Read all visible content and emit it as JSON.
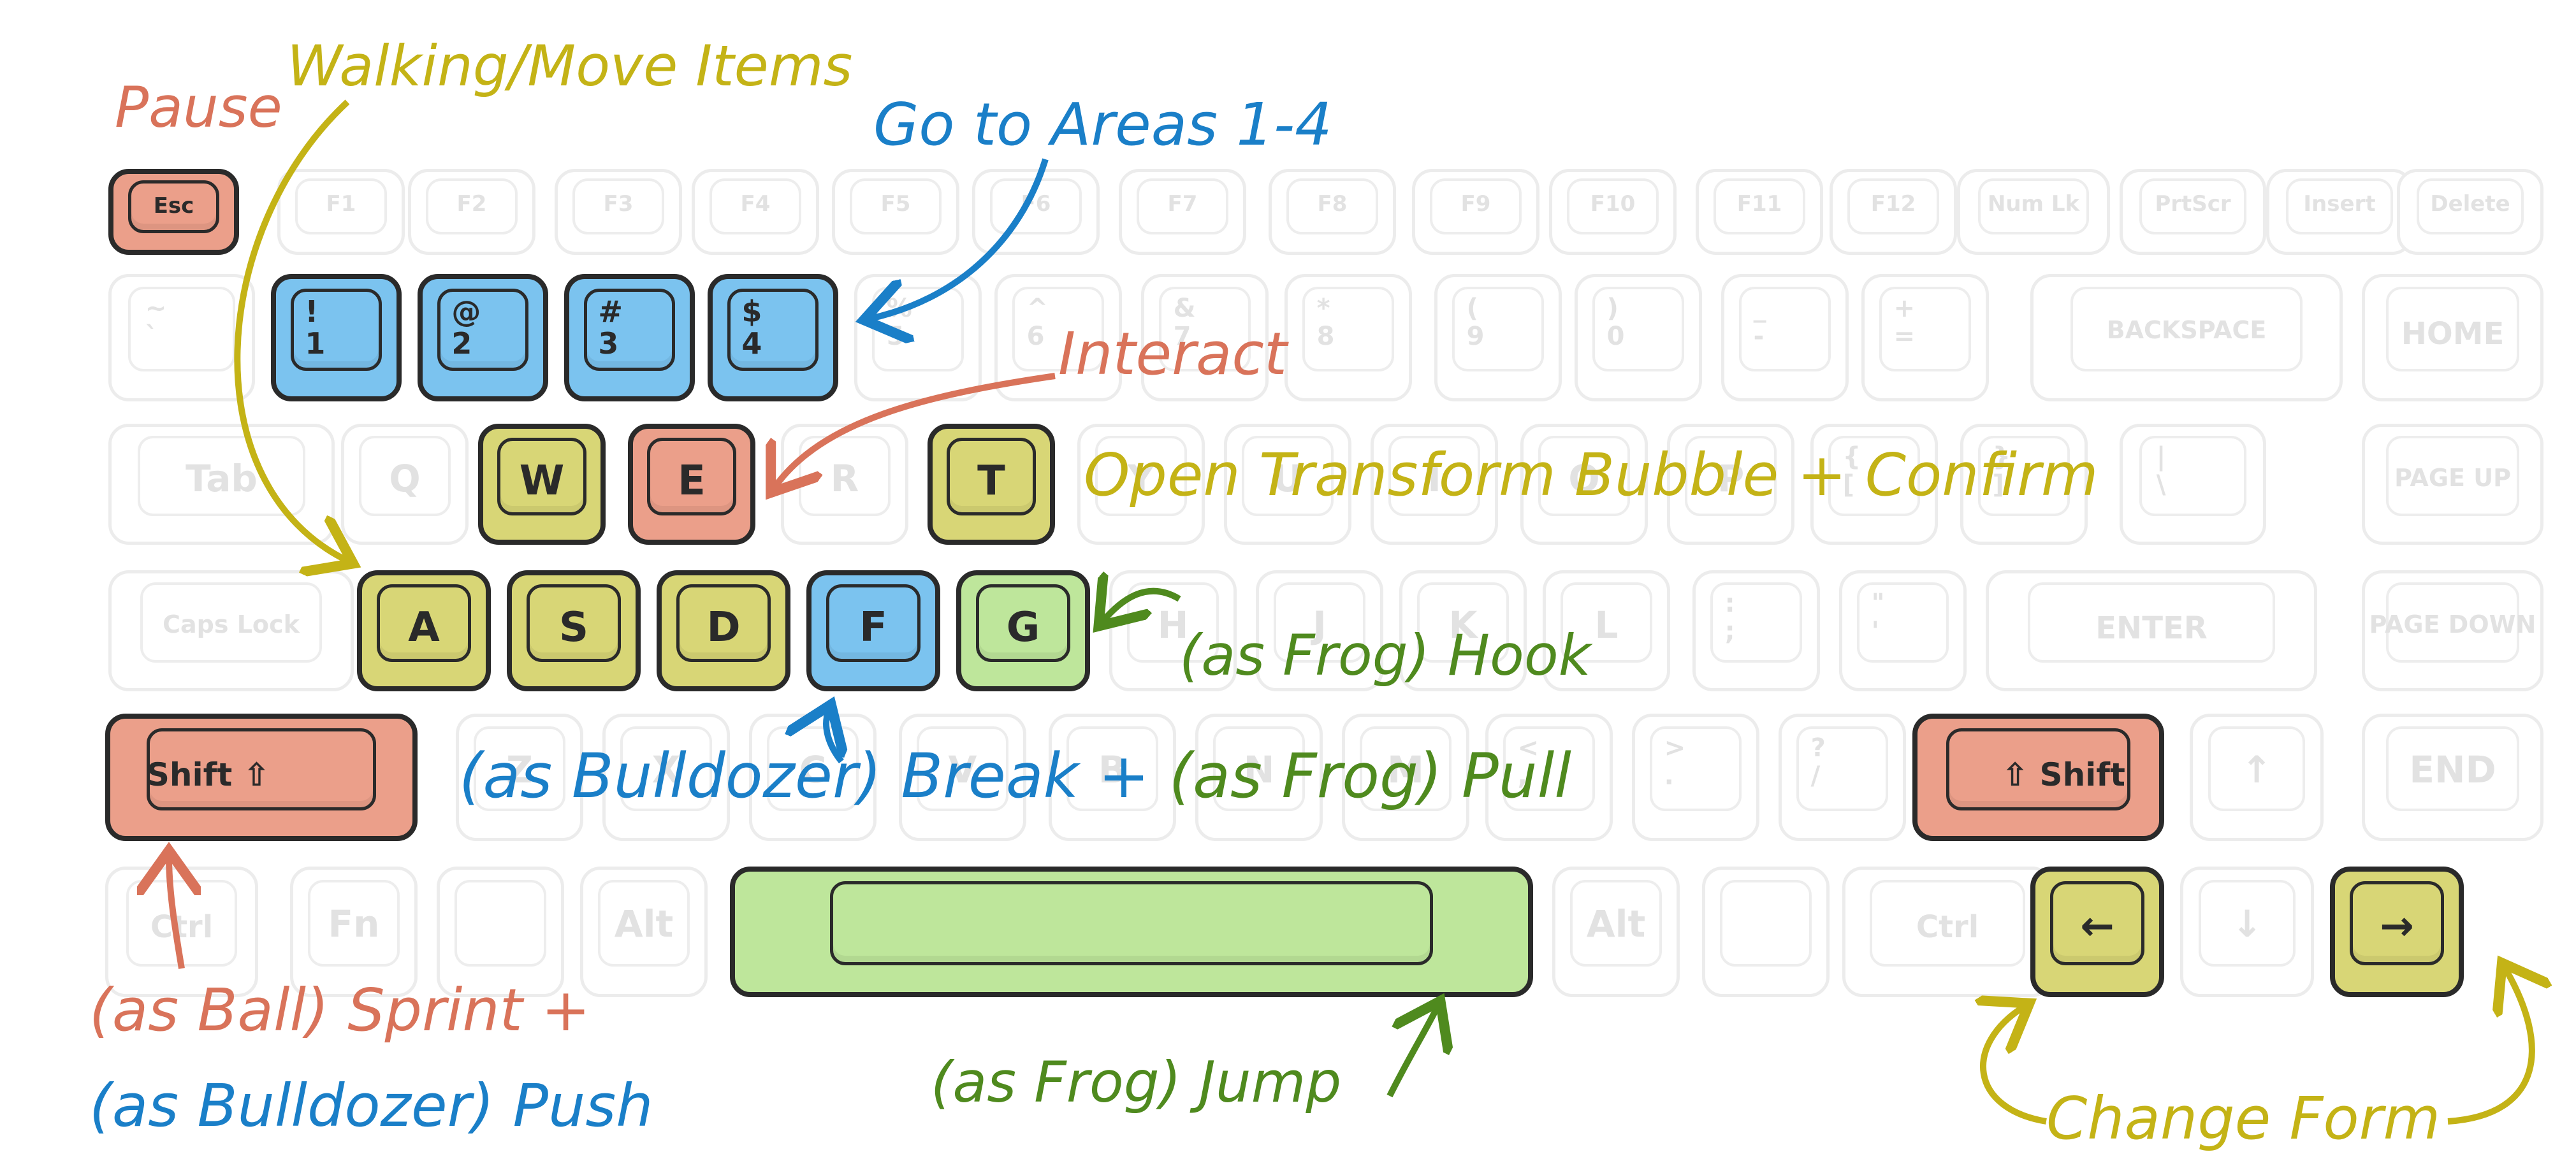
{
  "colors": {
    "orange": "#e8a08c",
    "blue": "#7ec2ec",
    "yellow": "#d8d67a",
    "green": "#bfe59e",
    "text_orange": "#d9735a",
    "text_yellow": "#c4b316",
    "text_blue": "#1a7fc8",
    "text_green": "#4f8a1e"
  },
  "keyboard": {
    "rows": [
      [
        "Esc",
        "F1",
        "F2",
        "F3",
        "F4",
        "F5",
        "F6",
        "F7",
        "F8",
        "F9",
        "F10",
        "F11",
        "F12",
        "Num Lk",
        "PrtScr",
        "Insert",
        "Delete"
      ],
      [
        "~\n`",
        "!\n1",
        "@\n2",
        "#\n3",
        "$\n4",
        "%\n5",
        "^\n6",
        "&\n7",
        "*\n8",
        "(\n9",
        ")\n0",
        "_\n-",
        "+\n=",
        "BACKSPACE",
        "HOME"
      ],
      [
        "Tab",
        "Q",
        "W",
        "E",
        "R",
        "T",
        "Y",
        "U",
        "I",
        "O",
        "P",
        "{\n[",
        "}\n]",
        "|\n\\",
        "PAGE UP"
      ],
      [
        "Caps Lock",
        "A",
        "S",
        "D",
        "F",
        "G",
        "H",
        "J",
        "K",
        "L",
        ":\n;",
        "\"\n'",
        "ENTER",
        "PAGE DOWN"
      ],
      [
        "Shift",
        "Z",
        "X",
        "C",
        "V",
        "B",
        "N",
        "M",
        "<\n,",
        ">\n.",
        "?\n/",
        "Shift",
        "↑",
        "END"
      ],
      [
        "Ctrl",
        "Fn",
        "",
        "Alt",
        "",
        "Alt",
        "",
        "Ctrl",
        "←",
        "↓",
        "→"
      ]
    ],
    "highlighted": [
      {
        "key": "Esc",
        "color": "orange"
      },
      {
        "key": "!\n1",
        "color": "blue"
      },
      {
        "key": "@\n2",
        "color": "blue"
      },
      {
        "key": "#\n3",
        "color": "blue"
      },
      {
        "key": "$\n4",
        "color": "blue"
      },
      {
        "key": "W",
        "color": "yellow"
      },
      {
        "key": "E",
        "color": "orange"
      },
      {
        "key": "T",
        "color": "yellow"
      },
      {
        "key": "A",
        "color": "yellow"
      },
      {
        "key": "S",
        "color": "yellow"
      },
      {
        "key": "D",
        "color": "yellow"
      },
      {
        "key": "F",
        "color": "blue"
      },
      {
        "key": "G",
        "color": "green"
      },
      {
        "key": "Shift",
        "color": "orange"
      },
      {
        "key": "Space",
        "color": "green"
      },
      {
        "key": "←",
        "color": "yellow"
      },
      {
        "key": "→",
        "color": "yellow"
      }
    ]
  },
  "annotations": {
    "pause": "Pause",
    "walking": "Walking/Move Items",
    "go_to_areas": "Go to Areas 1-4",
    "interact": "Interact",
    "open_transform": "Open Transform Bubble + Confirm",
    "frog_hook": "(as Frog) Hook",
    "bulldozer_break": "(as Bulldozer) Break + ",
    "frog_pull": "(as Frog) Pull",
    "ball_sprint": "(as Ball) Sprint +",
    "bulldozer_push": "(as Bulldozer) Push",
    "frog_jump": "(as Frog) Jump",
    "change_form": "Change Form"
  }
}
